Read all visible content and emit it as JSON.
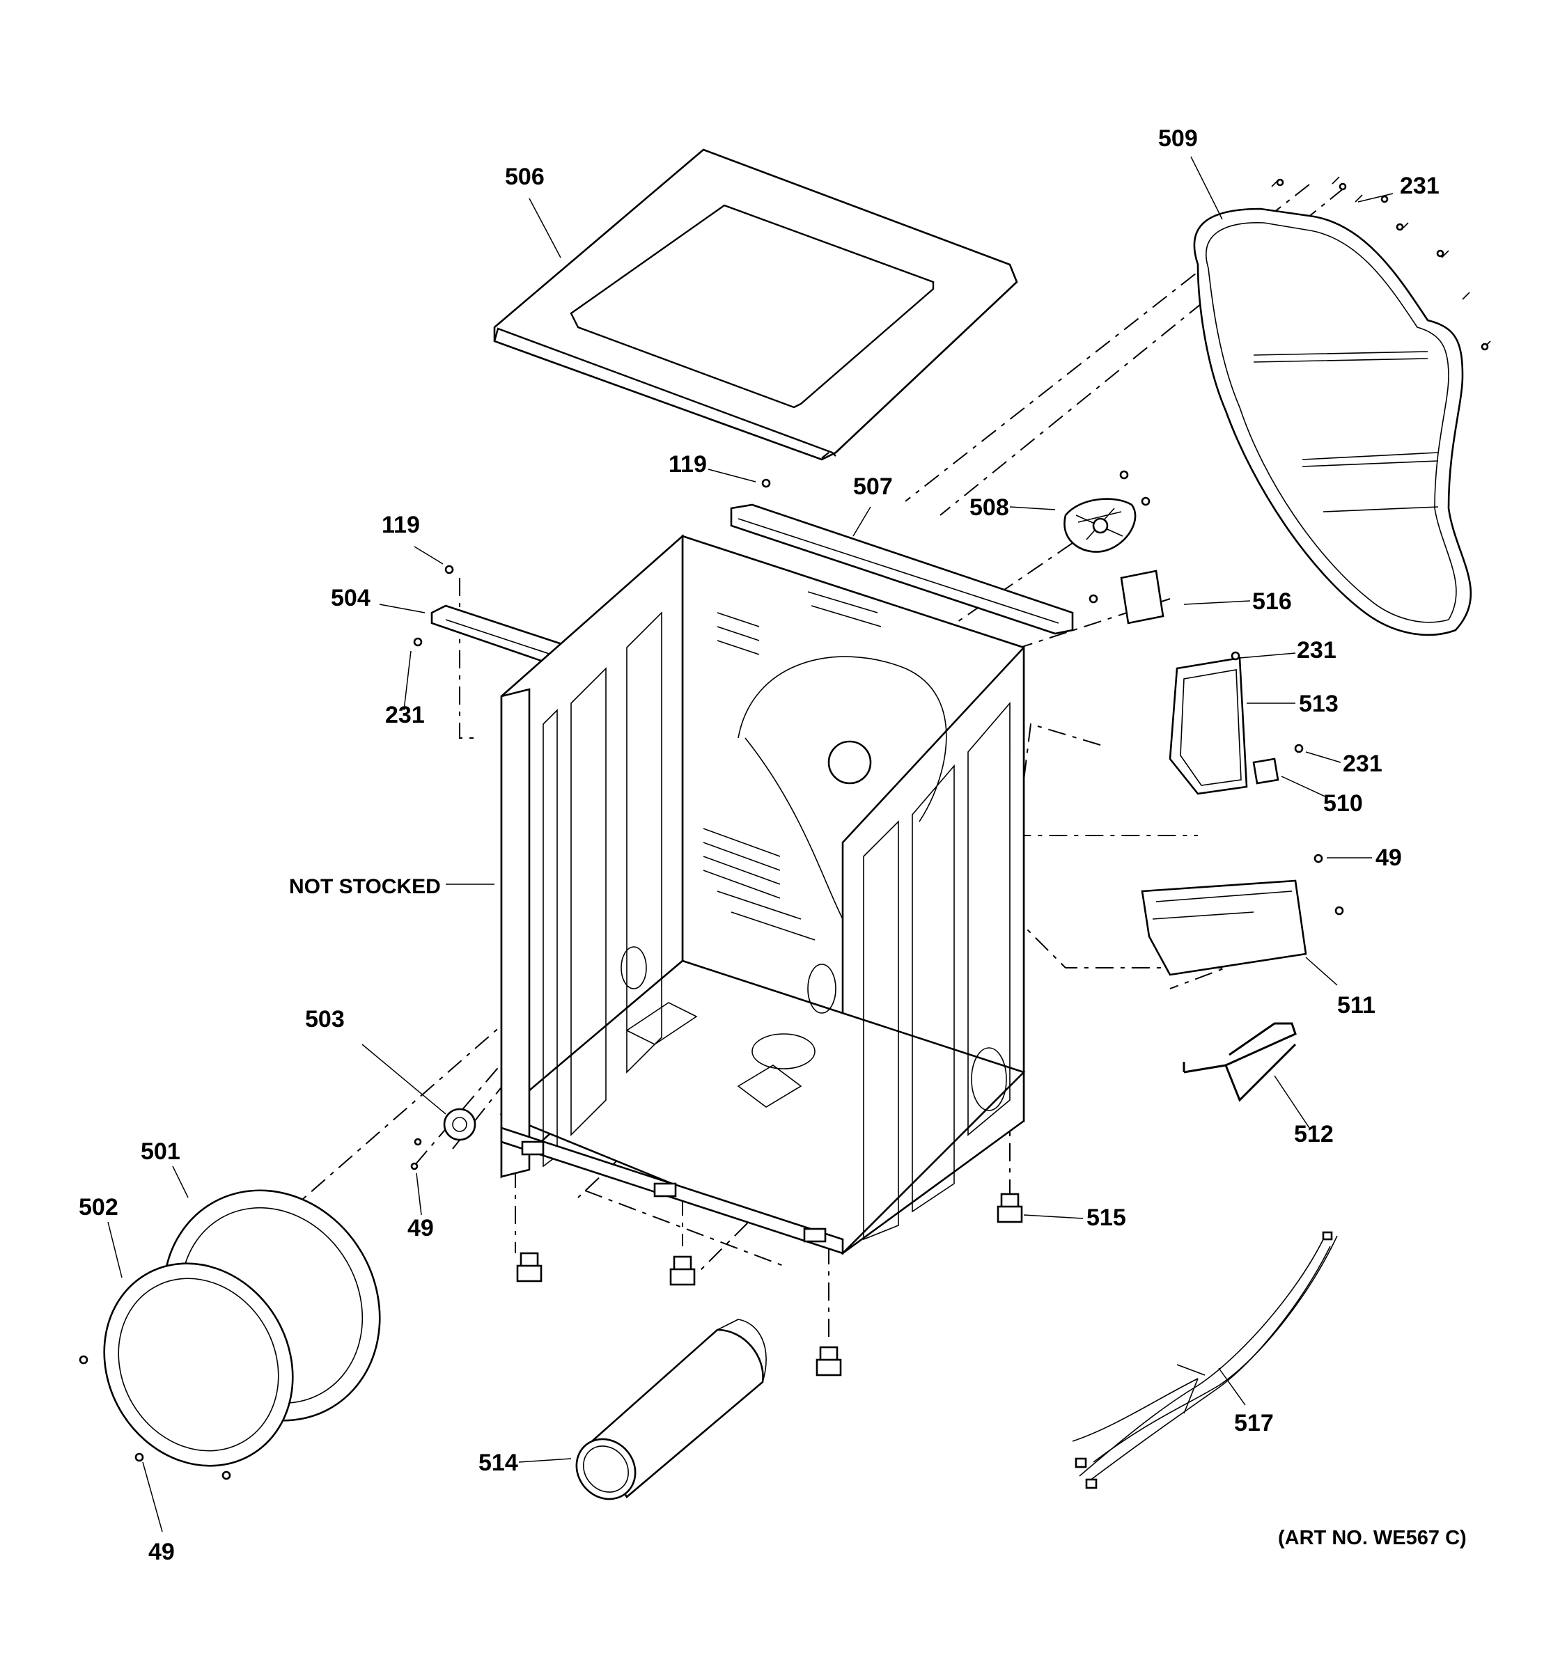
{
  "diagram": {
    "art_number": "(ART NO. WE567 C)",
    "callouts": {
      "c506": "506",
      "c509": "509",
      "c231_top": "231",
      "c119_top": "119",
      "c507": "507",
      "c508": "508",
      "c119_left": "119",
      "c504": "504",
      "c516": "516",
      "c231_left": "231",
      "c231_513": "231",
      "c513": "513",
      "c231_510": "231",
      "c510": "510",
      "not_stocked": "NOT STOCKED",
      "c49_511": "49",
      "c511": "511",
      "c503": "503",
      "c512": "512",
      "c501": "501",
      "c502": "502",
      "c49_503": "49",
      "c515": "515",
      "c517": "517",
      "c514": "514",
      "c49_bottom": "49"
    }
  }
}
